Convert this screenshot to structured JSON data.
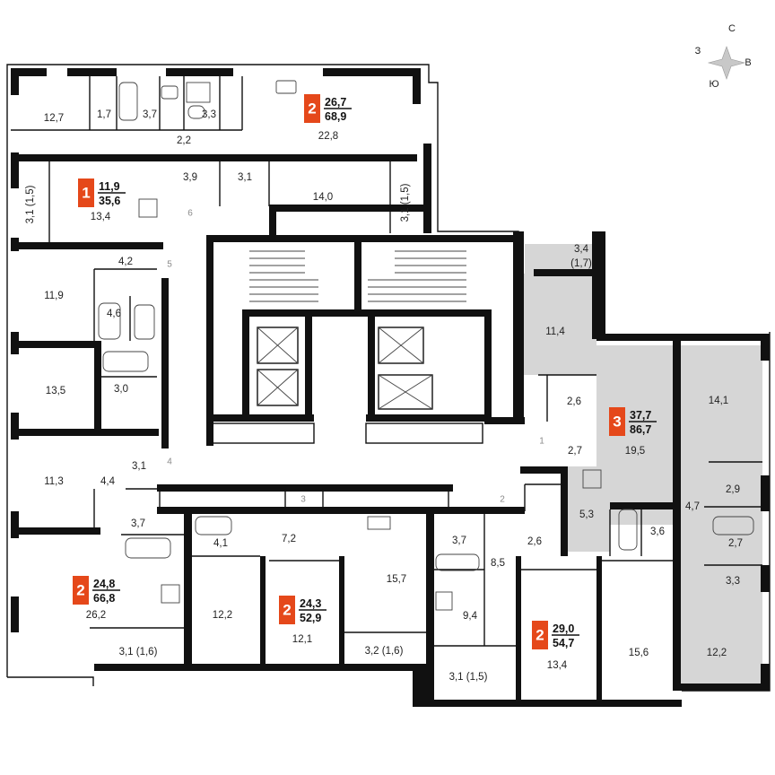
{
  "compass": {
    "north": "С",
    "west": "З",
    "east": "В",
    "south": "Ю"
  },
  "accent_color": "#e5481a",
  "apartments": [
    {
      "rooms": "2",
      "living": "26,7",
      "total": "68,9"
    },
    {
      "rooms": "1",
      "living": "11,9",
      "total": "35,6"
    },
    {
      "rooms": "3",
      "living": "37,7",
      "total": "86,7"
    },
    {
      "rooms": "2",
      "living": "24,8",
      "total": "66,8"
    },
    {
      "rooms": "2",
      "living": "24,3",
      "total": "52,9"
    },
    {
      "rooms": "2",
      "living": "29,0",
      "total": "54,7"
    }
  ],
  "areas": [
    "12,7",
    "1,7",
    "3,7",
    "3,3",
    "22,8",
    "2,2",
    "3,9",
    "3,1",
    "14,0",
    "3,1 (1,5)",
    "13,4",
    "3,1 (1,5)",
    "4,2",
    "11,9",
    "4,6",
    "13,5",
    "3,0",
    "11,3",
    "4,4",
    "3,1",
    "3,7",
    "24,8",
    "26,2",
    "3,1 (1,6)",
    "4,1",
    "7,2",
    "12,2",
    "12,1",
    "3,2 (1,6)",
    "15,7",
    "3,7",
    "8,5",
    "9,4",
    "3,1 (1,5)",
    "2,6",
    "13,4",
    "15,6",
    "3,4",
    "(1,7)",
    "11,4",
    "2,6",
    "2,7",
    "19,5",
    "14,1",
    "2,9",
    "5,3",
    "3,6",
    "4,7",
    "2,7",
    "3,3",
    "12,2"
  ],
  "doors": [
    "6",
    "5",
    "4",
    "3",
    "2",
    "1"
  ]
}
